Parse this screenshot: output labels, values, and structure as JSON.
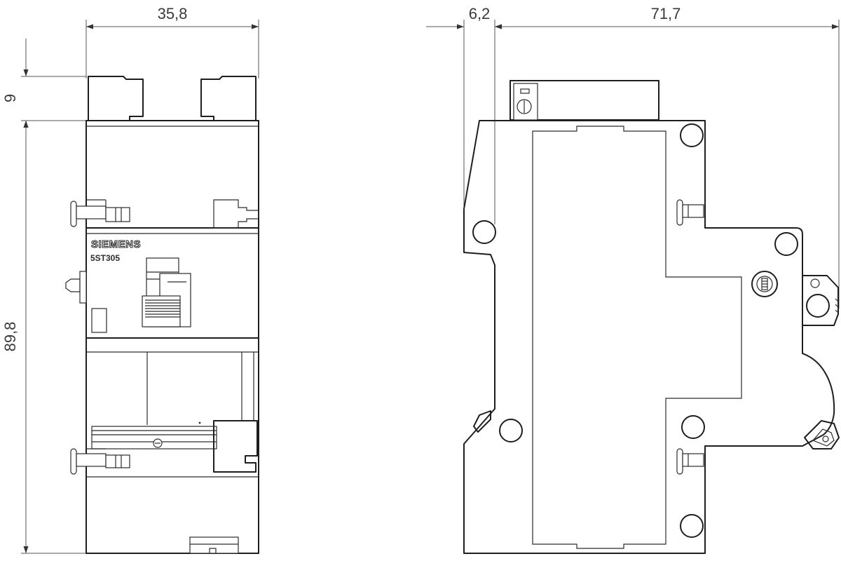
{
  "dimensions": {
    "front_width": "35,8",
    "front_height": "89,8",
    "terminal_height": "9",
    "side_offset": "6,2",
    "side_depth": "71,7"
  },
  "device": {
    "brand": "SIEMENS",
    "model": "5ST305"
  }
}
